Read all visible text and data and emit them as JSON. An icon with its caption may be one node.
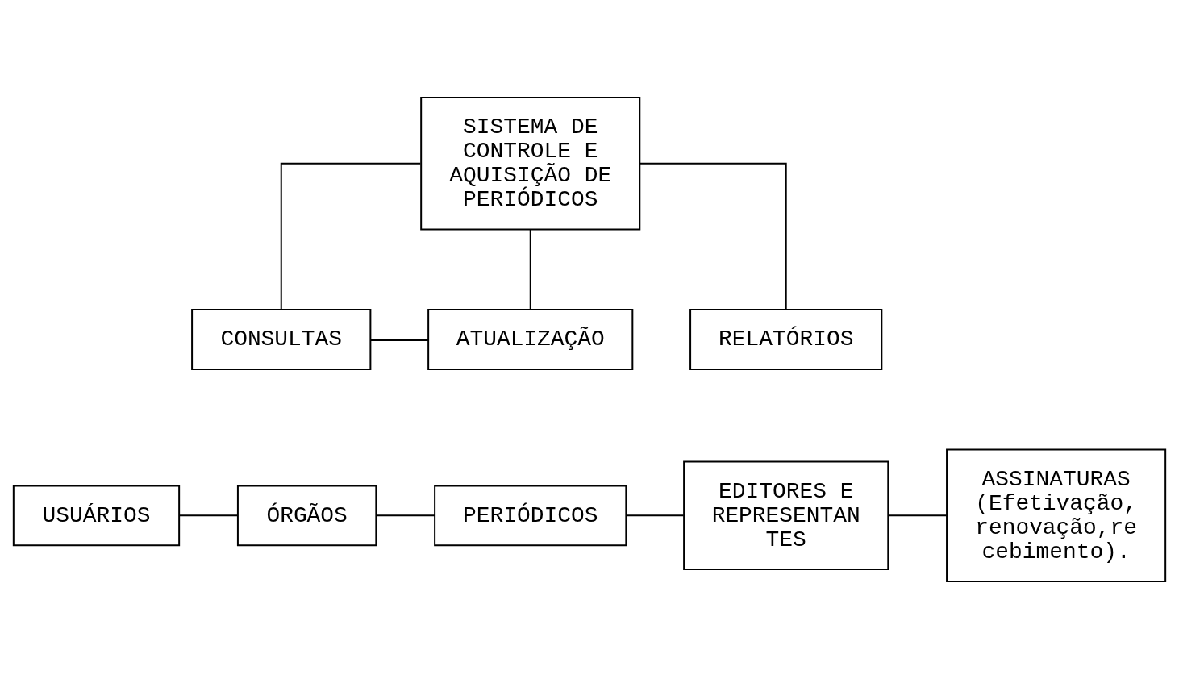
{
  "diagram": {
    "nodes": [
      {
        "text": [
          "SISTEMA DE CONTROLE E AQUISIÇÃO DE PERIÓDICOS"
        ]
      },
      {
        "text": [
          "CONSULTAS"
        ]
      },
      {
        "text": [
          "ATUALIZAÇÃO"
        ]
      },
      {
        "text": [
          "RELATÓRIOS"
        ]
      },
      {
        "text": [
          "USUÁRIOS"
        ]
      },
      {
        "text": [
          "ÓRGÃOS"
        ]
      },
      {
        "text": [
          "PERIÓDICOS"
        ]
      },
      {
        "text": [
          "EDITORES E REPRESENTAN TES"
        ]
      },
      {
        "text": [
          "ASSINATURAS (Efetivação, renovação,re cebimento)."
        ]
      }
    ],
    "edges": [
      {
        "from": 0,
        "to": 1,
        "arrow": "none"
      },
      {
        "from": 0,
        "to": 2,
        "arrow": "none"
      },
      {
        "from": 0,
        "to": 3,
        "arrow": "none"
      },
      {
        "from": 1,
        "to": 2,
        "arrow": "none"
      },
      {
        "from": 4,
        "to": 5,
        "arrow": "none"
      },
      {
        "from": 5,
        "to": 6,
        "arrow": "none"
      },
      {
        "from": 6,
        "to": 7,
        "arrow": "none"
      },
      {
        "from": 7,
        "to": 8,
        "arrow": "none"
      }
    ]
  }
}
